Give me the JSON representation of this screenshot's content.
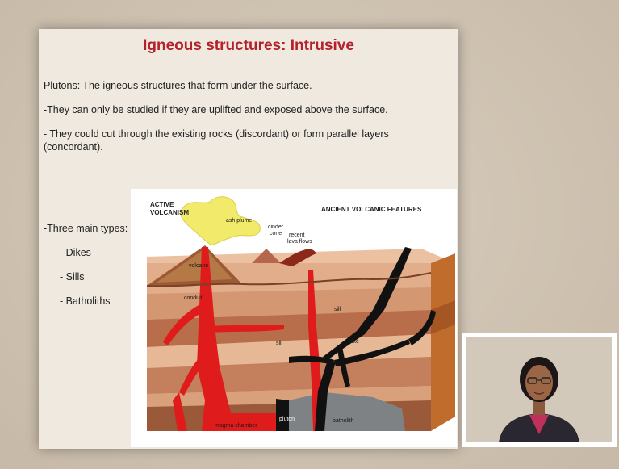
{
  "slide": {
    "title": "Igneous structures: Intrusive",
    "lines": [
      "Plutons: The igneous structures that form under the surface.",
      "-They can only be studied if they are uplifted and exposed above the surface.",
      "- They could cut through the existing rocks (discordant) or form parallel layers (concordant)."
    ],
    "types_label": "-Three main types:",
    "types": [
      "- Dikes",
      "- Sills",
      "- Batholiths"
    ]
  },
  "diagram": {
    "labels": {
      "active": "ACTIVE",
      "volcanism": "VOLCANISM",
      "ancient": "ANCIENT VOLCANIC FEATURES",
      "ash_plume": "ash plume",
      "cinder": "cinder",
      "cone": "cone",
      "recent": "recent",
      "lava_flows": "lava flows",
      "volcano": "volcano",
      "conduit": "conduit",
      "sill1": "sill",
      "sill2": "sill",
      "dike": "dike",
      "magma_chamber": "magma chamber",
      "pluton": "pluton",
      "batholith": "batholith"
    },
    "colors": {
      "magma": "#e01b1b",
      "intrusion": "#111111",
      "ash": "#f2ea6a",
      "layer_light": "#e5b99a",
      "layer_mid": "#c98a66",
      "layer_dark": "#8e4f35",
      "batholith": "#7f8285"
    }
  },
  "speaker": {
    "icon": "presenter-video-thumbnail"
  }
}
